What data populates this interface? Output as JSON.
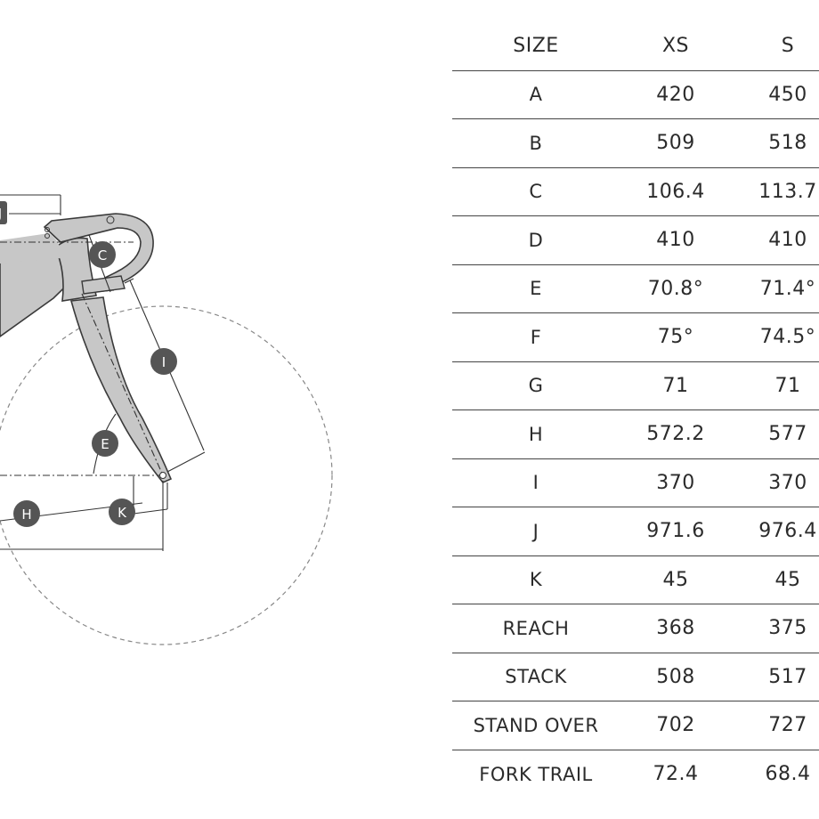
{
  "table": {
    "header": [
      "SIZE",
      "XS",
      "S"
    ],
    "rows": [
      {
        "label": "A",
        "xs": "420",
        "s": "450"
      },
      {
        "label": "B",
        "xs": "509",
        "s": "518"
      },
      {
        "label": "C",
        "xs": "106.4",
        "s": "113.7"
      },
      {
        "label": "D",
        "xs": "410",
        "s": "410"
      },
      {
        "label": "E",
        "xs": "70.8°",
        "s": "71.4°"
      },
      {
        "label": "F",
        "xs": "75°",
        "s": "74.5°"
      },
      {
        "label": "G",
        "xs": "71",
        "s": "71"
      },
      {
        "label": "H",
        "xs": "572.2",
        "s": "577"
      },
      {
        "label": "I",
        "xs": "370",
        "s": "370"
      },
      {
        "label": "J",
        "xs": "971.6",
        "s": "976.4"
      },
      {
        "label": "K",
        "xs": "45",
        "s": "45"
      },
      {
        "label": "REACH",
        "xs": "368",
        "s": "375"
      },
      {
        "label": "STACK",
        "xs": "508",
        "s": "517"
      },
      {
        "label": "STAND OVER",
        "xs": "702",
        "s": "727"
      },
      {
        "label": "FORK TRAIL",
        "xs": "72.4",
        "s": "68.4"
      }
    ]
  },
  "diagram": {
    "badges": {
      "c": "C",
      "i": "I",
      "e": "E",
      "h": "H",
      "k": "K",
      "j": "J"
    },
    "colors": {
      "frame": "#c7c7c7",
      "frame_outline": "#3a3a3a",
      "badge": "#555555",
      "dim_line": "#333333",
      "wheel": "#888888"
    }
  }
}
